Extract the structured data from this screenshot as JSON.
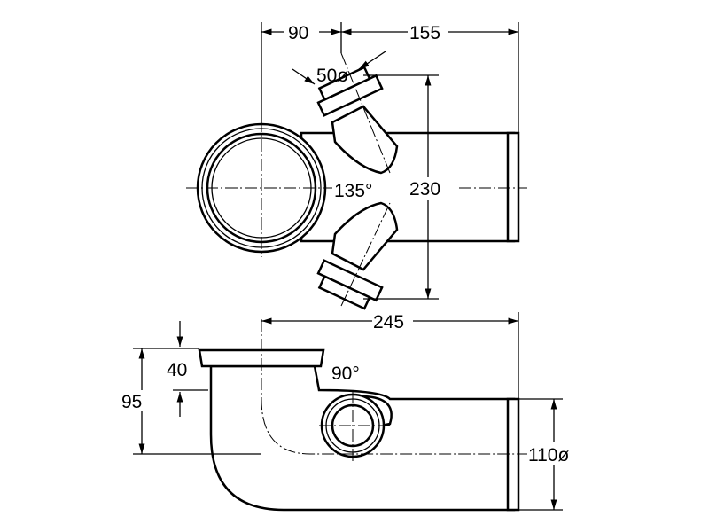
{
  "top_view": {
    "dim_left": "90",
    "dim_right": "155",
    "dim_branch_diameter": "50ø",
    "angle": "135°",
    "dim_height": "230"
  },
  "side_view": {
    "dim_length": "245",
    "dim_socket": "40",
    "dim_height": "95",
    "angle": "90°",
    "dim_pipe_diameter": "110ø"
  }
}
